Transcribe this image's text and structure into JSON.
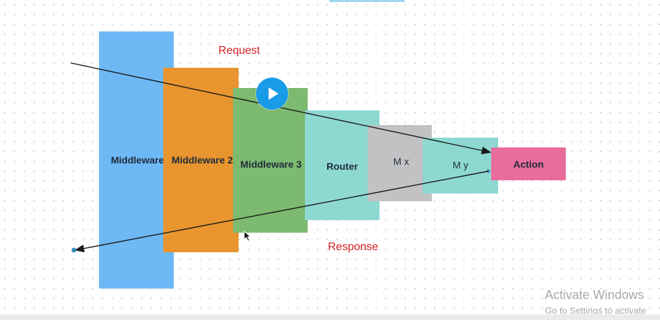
{
  "diagram": {
    "blocks": [
      {
        "label": "Middleware",
        "color": "#6db8f5"
      },
      {
        "label": "Middleware 2",
        "color": "#e8952f"
      },
      {
        "label": "Middleware 3",
        "color": "#7cba6f"
      },
      {
        "label": "Router",
        "color": "#8dd9d2"
      },
      {
        "label": "M x",
        "color": "#c2c2c4"
      },
      {
        "label": "M y",
        "color": "#8dd9d2"
      },
      {
        "label": "Action",
        "color": "#e86c9c"
      }
    ],
    "request_label": "Request",
    "response_label": "Response",
    "line_color": "#1a1a1a",
    "label_color": "#d11f1f"
  },
  "video": {
    "play_icon": "play-icon",
    "accent": "#1a9be8"
  },
  "os_notice": {
    "title": "Activate Windows",
    "subtitle": "Go to Settings to activate"
  }
}
